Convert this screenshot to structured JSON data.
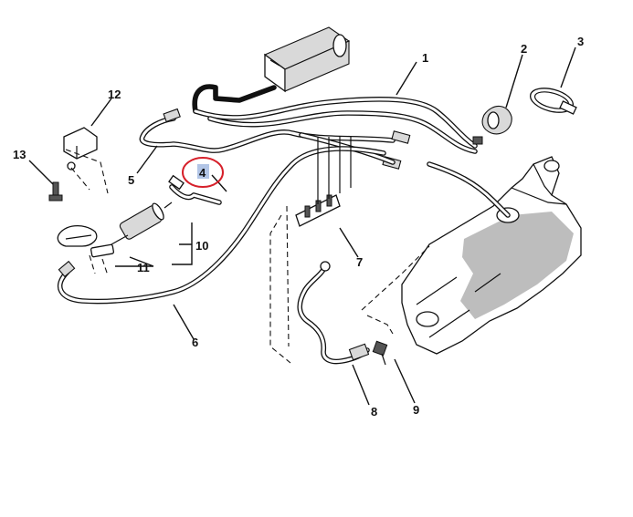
{
  "callouts": {
    "1": "1",
    "2": "2",
    "3": "3",
    "4": "4",
    "5": "5",
    "6": "6",
    "7": "7",
    "8": "8",
    "9": "9",
    "10": "10",
    "11": "11",
    "12": "12",
    "13": "13"
  },
  "highlight": {
    "target_callout": "4",
    "ring_color": "#d6202a",
    "box_color": "#9fb7e0"
  },
  "colors": {
    "line": "#111111",
    "background": "#ffffff"
  }
}
